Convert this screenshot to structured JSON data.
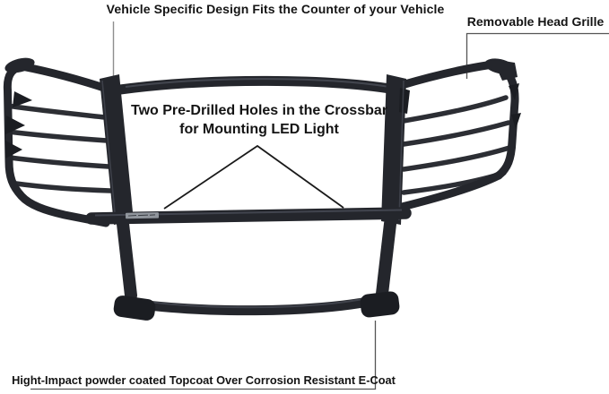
{
  "image": {
    "kind": "annotated product illustration",
    "subject": "vehicle grille guard (brush guard) with headlight grilles",
    "background": "#ffffff"
  },
  "colors": {
    "text": "#141414",
    "frame": "#24262c",
    "frame_dark": "#1b1d22",
    "frame_highlight": "#4b4f59",
    "leader_gray": "#8f8f8f",
    "leader_dark": "#555555",
    "pointer_black": "#1a1a1a",
    "sticker": "#90959c",
    "sticker_text": "#3a3d44"
  },
  "annotations": {
    "top": {
      "label": "Vehicle Specific Design Fits the Counter of your Vehicle"
    },
    "right": {
      "label": "Removable Head Grille"
    },
    "center": {
      "line1": "Two Pre-Drilled Holes in the Crossbar",
      "line2": "for Mounting LED Light"
    },
    "bottom": {
      "label": "Hight-Impact powder coated Topcoat Over Corrosion Resistant E-Coat"
    }
  }
}
